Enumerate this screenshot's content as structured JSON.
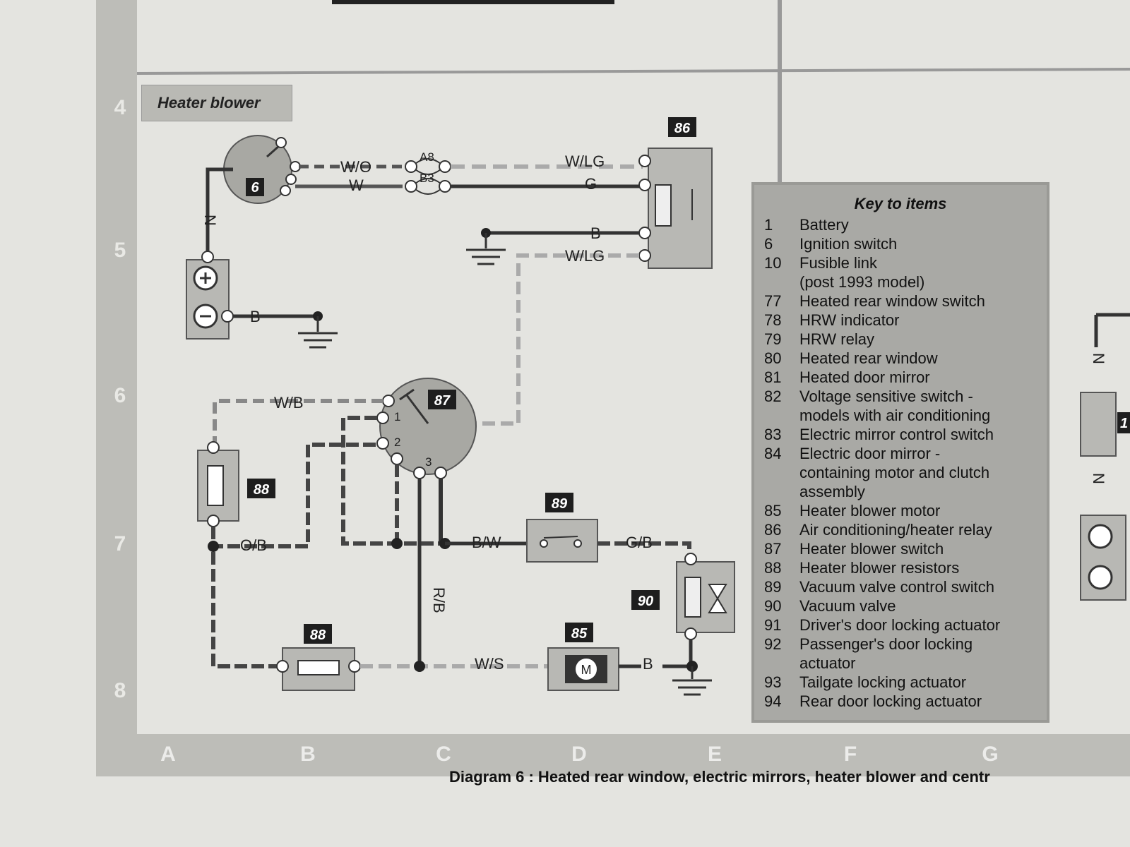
{
  "diagram": {
    "section_title": "Heater blower",
    "row_numbers": [
      "4",
      "5",
      "6",
      "7",
      "8"
    ],
    "column_letters": [
      "A",
      "B",
      "C",
      "D",
      "E",
      "F",
      "G"
    ],
    "caption": "Diagram 6 : Heated rear window, electric mirrors, heater blower and centr",
    "fuse_labels": [
      "A8",
      "B3"
    ],
    "component_badges": [
      "6",
      "86",
      "87",
      "88",
      "88",
      "89",
      "90",
      "85"
    ],
    "switch_terminals": [
      "1",
      "2",
      "3"
    ],
    "wire_labels": [
      "W/O",
      "W",
      "W/LG",
      "G",
      "B",
      "W/LG",
      "N",
      "B",
      "W/B",
      "O/B",
      "B/W",
      "G/B",
      "R/B",
      "W/S",
      "B"
    ],
    "right_edge_labels": [
      "N",
      "N",
      "1"
    ],
    "colors": {
      "paper": "#e4e4e0",
      "border": "#bdbdb8",
      "component_fill": "#b8b8b4",
      "badge": "#1e1e1e",
      "wire": "#333333",
      "key_panel": "#a9a9a5"
    }
  },
  "key": {
    "title": "Key to items",
    "items": [
      {
        "num": "1",
        "text": "Battery"
      },
      {
        "num": "6",
        "text": "Ignition switch"
      },
      {
        "num": "10",
        "text": "Fusible link"
      },
      {
        "num": "",
        "text": "(post 1993 model)"
      },
      {
        "num": "77",
        "text": "Heated rear window switch"
      },
      {
        "num": "78",
        "text": "HRW indicator"
      },
      {
        "num": "79",
        "text": "HRW relay"
      },
      {
        "num": "80",
        "text": "Heated rear window"
      },
      {
        "num": "81",
        "text": "Heated door mirror"
      },
      {
        "num": "82",
        "text": "Voltage sensitive switch -"
      },
      {
        "num": "",
        "text": "models with air conditioning"
      },
      {
        "num": "83",
        "text": "Electric mirror control switch"
      },
      {
        "num": "84",
        "text": "Electric door mirror -"
      },
      {
        "num": "",
        "text": "containing motor and clutch"
      },
      {
        "num": "",
        "text": "assembly"
      },
      {
        "num": "85",
        "text": "Heater blower motor"
      },
      {
        "num": "86",
        "text": "Air conditioning/heater relay"
      },
      {
        "num": "87",
        "text": "Heater blower switch"
      },
      {
        "num": "88",
        "text": "Heater blower resistors"
      },
      {
        "num": "89",
        "text": "Vacuum valve control switch"
      },
      {
        "num": "90",
        "text": "Vacuum valve"
      },
      {
        "num": "91",
        "text": "Driver's door locking actuator"
      },
      {
        "num": "92",
        "text": "Passenger's door locking"
      },
      {
        "num": "",
        "text": "actuator"
      },
      {
        "num": "93",
        "text": "Tailgate locking actuator"
      },
      {
        "num": "94",
        "text": "Rear door locking actuator"
      }
    ]
  }
}
